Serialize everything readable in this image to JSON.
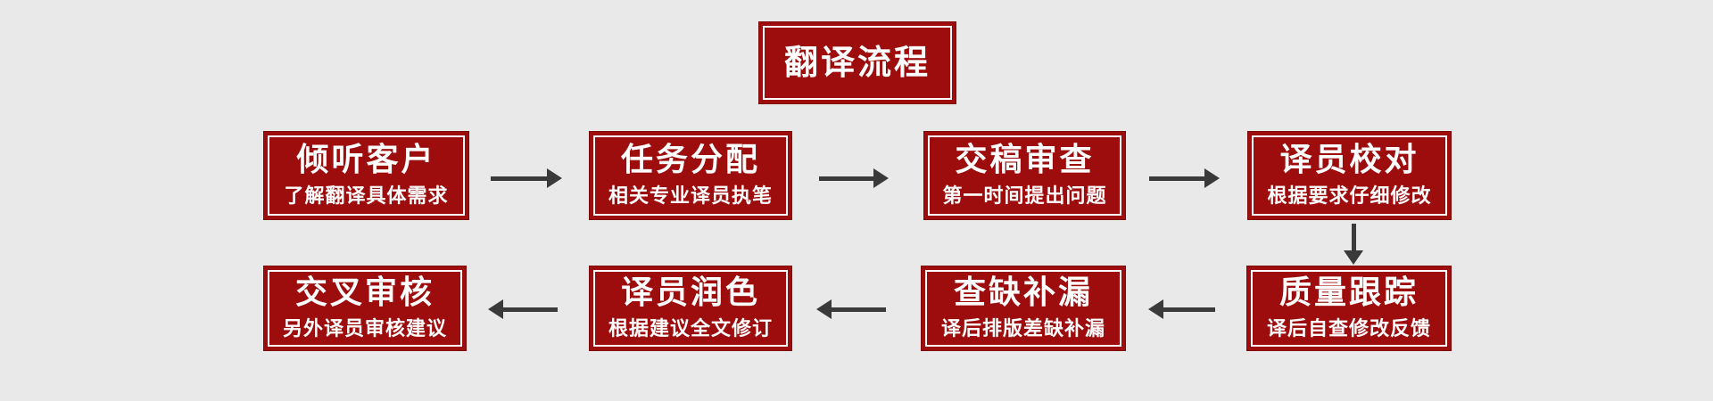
{
  "colors": {
    "page_bg": "#e9e9e9",
    "box_fill": "#9e0d0d",
    "box_edge": "#7d0909",
    "inner_border": "#ffffff",
    "text_color": "#ffffff",
    "arrow_color": "#3a3a3a"
  },
  "title": {
    "label": "翻译流程"
  },
  "steps": [
    {
      "label": "倾听客户",
      "sublabel": "了解翻译具体需求"
    },
    {
      "label": "任务分配",
      "sublabel": "相关专业译员执笔"
    },
    {
      "label": "交稿审查",
      "sublabel": "第一时间提出问题"
    },
    {
      "label": "译员校对",
      "sublabel": "根据要求仔细修改"
    },
    {
      "label": "质量跟踪",
      "sublabel": "译后自查修改反馈"
    },
    {
      "label": "查缺补漏",
      "sublabel": "译后排版差缺补漏"
    },
    {
      "label": "译员润色",
      "sublabel": "根据建议全文修订"
    },
    {
      "label": "交叉审核",
      "sublabel": "另外译员审核建议"
    }
  ]
}
